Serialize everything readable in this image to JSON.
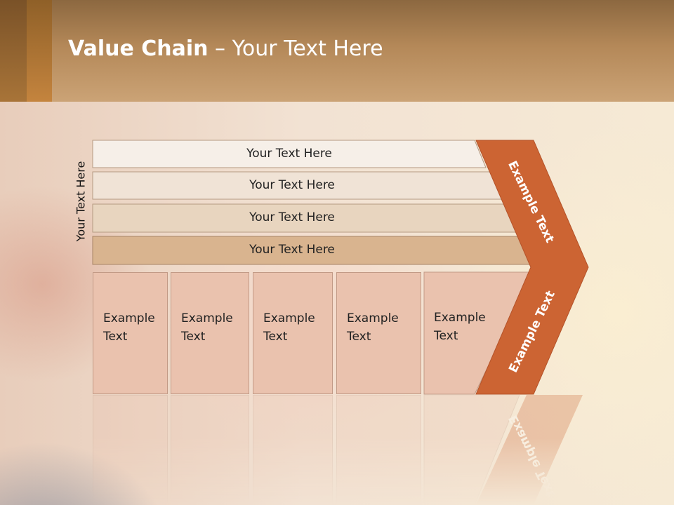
{
  "slide": {
    "title_bold": "Value Chain",
    "title_rest": " – Your Text Here",
    "side_label": "Your Text Here",
    "rows": [
      {
        "label": "Your Text Here",
        "color": "#f6efe8"
      },
      {
        "label": "Your Text Here",
        "color": "#f0e3d6"
      },
      {
        "label": "Your Text Here",
        "color": "#e8d5bf"
      },
      {
        "label": "Your Text Here",
        "color": "#d9b48f"
      }
    ],
    "columns": [
      {
        "line1": "Example",
        "line2": "Text"
      },
      {
        "line1": "Example",
        "line2": "Text"
      },
      {
        "line1": "Example",
        "line2": "Text"
      },
      {
        "line1": "Example",
        "line2": "Text"
      },
      {
        "line1": "Example",
        "line2": "Text"
      }
    ],
    "chevron_top_label": "Example Text",
    "chevron_bottom_label": "Example Text",
    "accent_color": "#cc6433"
  }
}
